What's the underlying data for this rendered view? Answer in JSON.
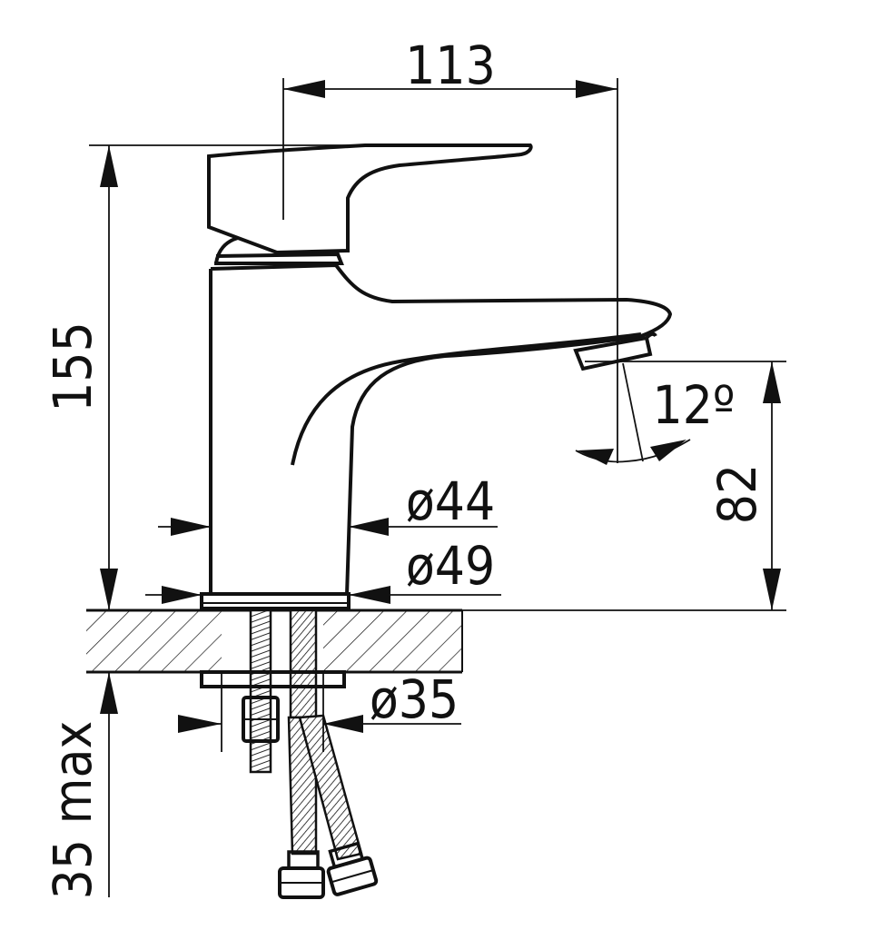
{
  "dimensions": {
    "reach": "113",
    "height": "155",
    "spout_height": "82",
    "spout_angle": "12º",
    "body_diameter": "ø44",
    "base_diameter": "ø49",
    "hole_diameter": "ø35",
    "deck_thickness": "35 max"
  },
  "colors": {
    "line": "#111111",
    "background": "#ffffff"
  }
}
